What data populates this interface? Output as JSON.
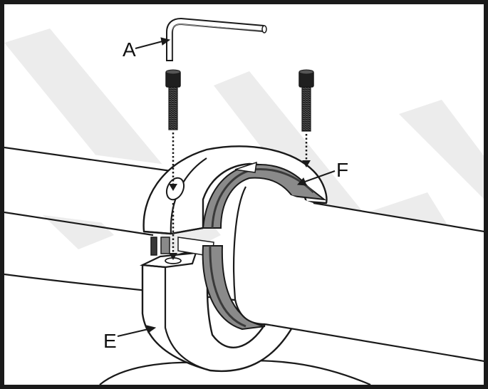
{
  "callouts": {
    "hex_key": "A",
    "lower_clamp": "E",
    "liner": "F"
  },
  "colors": {
    "outline": "#1a1a1a",
    "part_fill": "#ffffff",
    "liner_fill": "#8a8a8a",
    "liner_dark": "#3a3a3a",
    "watermark": "#ececec",
    "bolt_fill": "#1f1f1f"
  },
  "icons": {
    "hex_key": "allen-wrench-icon",
    "bolt": "socket-cap-bolt-icon"
  }
}
